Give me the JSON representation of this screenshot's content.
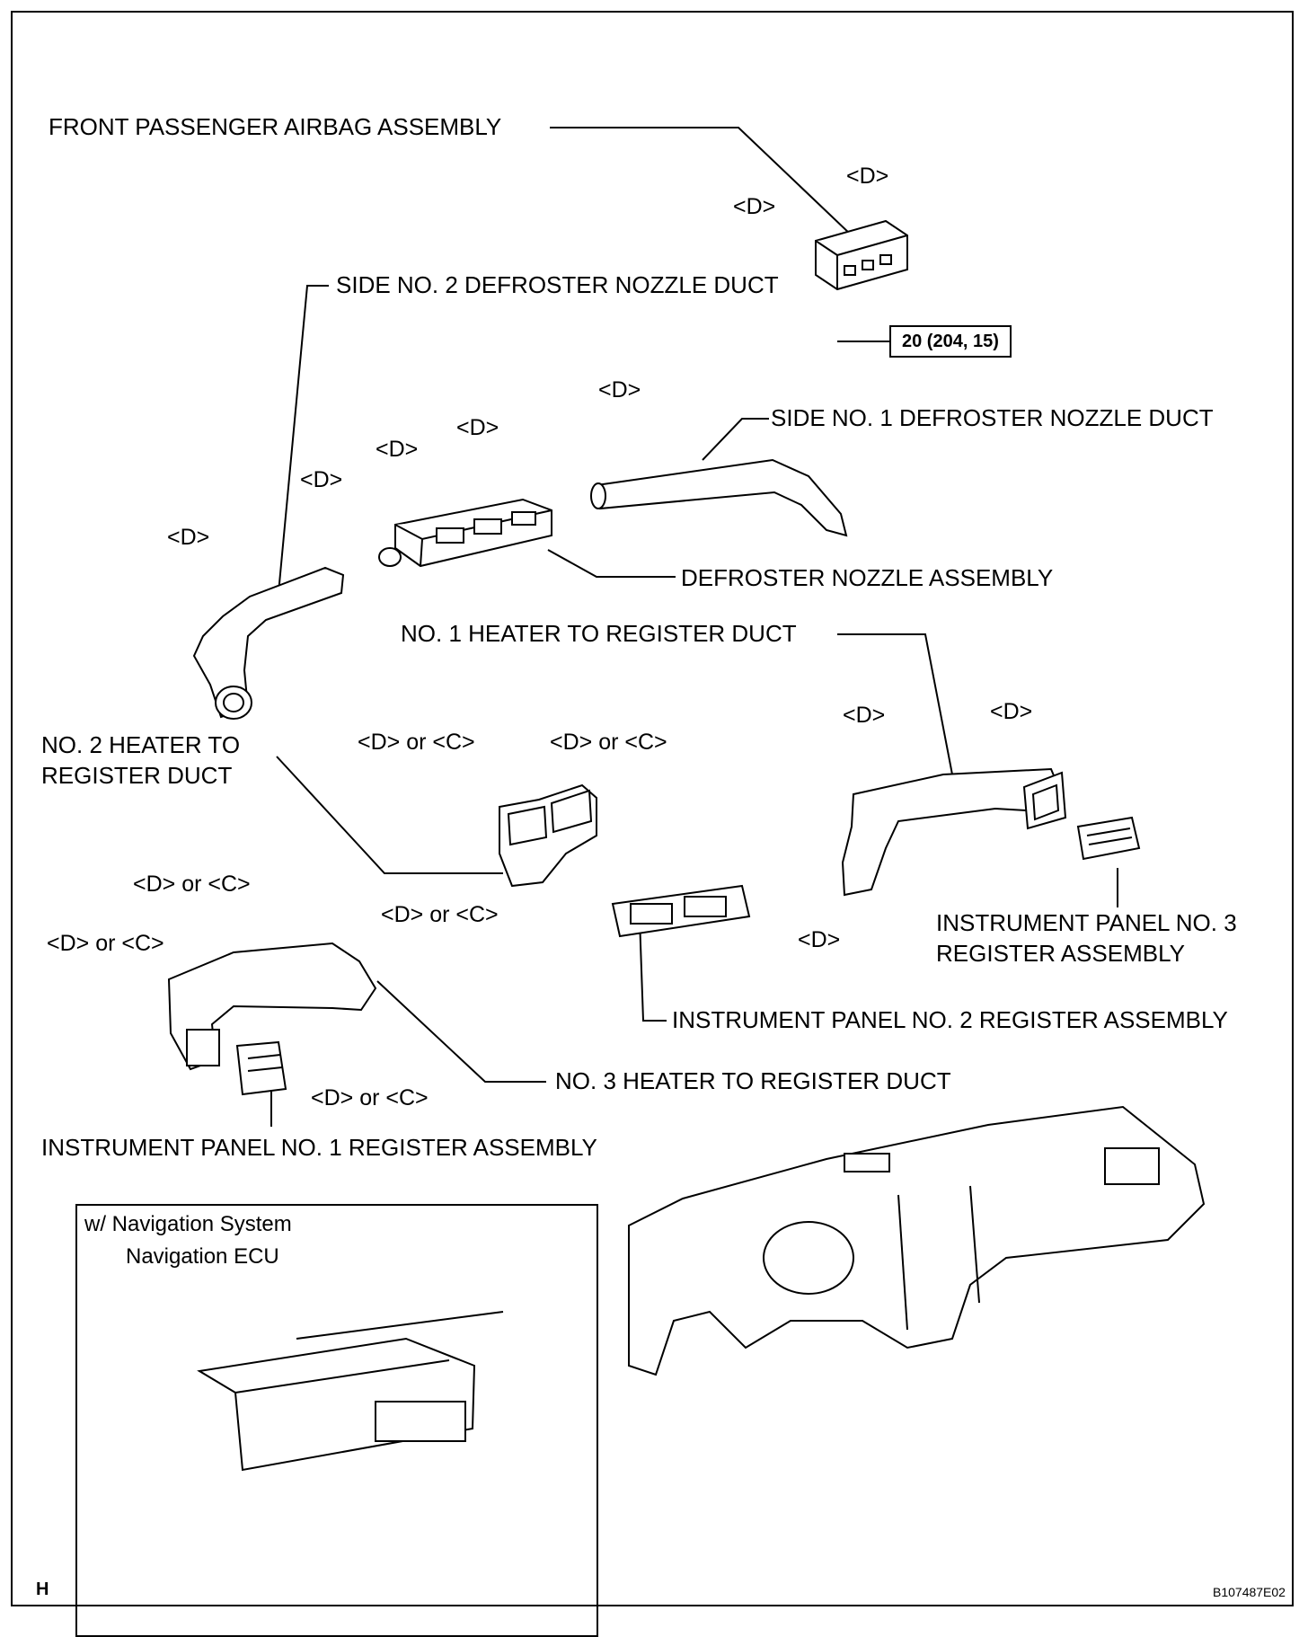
{
  "labels": {
    "front_passenger_airbag": "FRONT PASSENGER AIRBAG ASSEMBLY",
    "side_no2_defroster": "SIDE NO. 2 DEFROSTER NOZZLE DUCT",
    "side_no1_defroster": "SIDE NO. 1 DEFROSTER NOZZLE DUCT",
    "defroster_nozzle": "DEFROSTER NOZZLE ASSEMBLY",
    "no1_heater_duct": "NO. 1 HEATER TO REGISTER DUCT",
    "no2_heater_duct_line1": "NO. 2 HEATER TO",
    "no2_heater_duct_line2": "REGISTER DUCT",
    "ip_no3_register_line1": "INSTRUMENT PANEL NO. 3",
    "ip_no3_register_line2": "REGISTER ASSEMBLY",
    "ip_no2_register": "INSTRUMENT PANEL NO. 2 REGISTER ASSEMBLY",
    "no3_heater_duct": "NO. 3 HEATER TO REGISTER DUCT",
    "ip_no1_register": "INSTRUMENT PANEL NO. 1 REGISTER ASSEMBLY"
  },
  "callouts": {
    "d": "<D>",
    "d_or_c": "<D> or <C>"
  },
  "torque": "20 (204, 15)",
  "inset": {
    "title": "w/ Navigation System",
    "ecu_label": "Navigation ECU"
  },
  "corner_letter": "H",
  "figure_code": "B107487E02"
}
